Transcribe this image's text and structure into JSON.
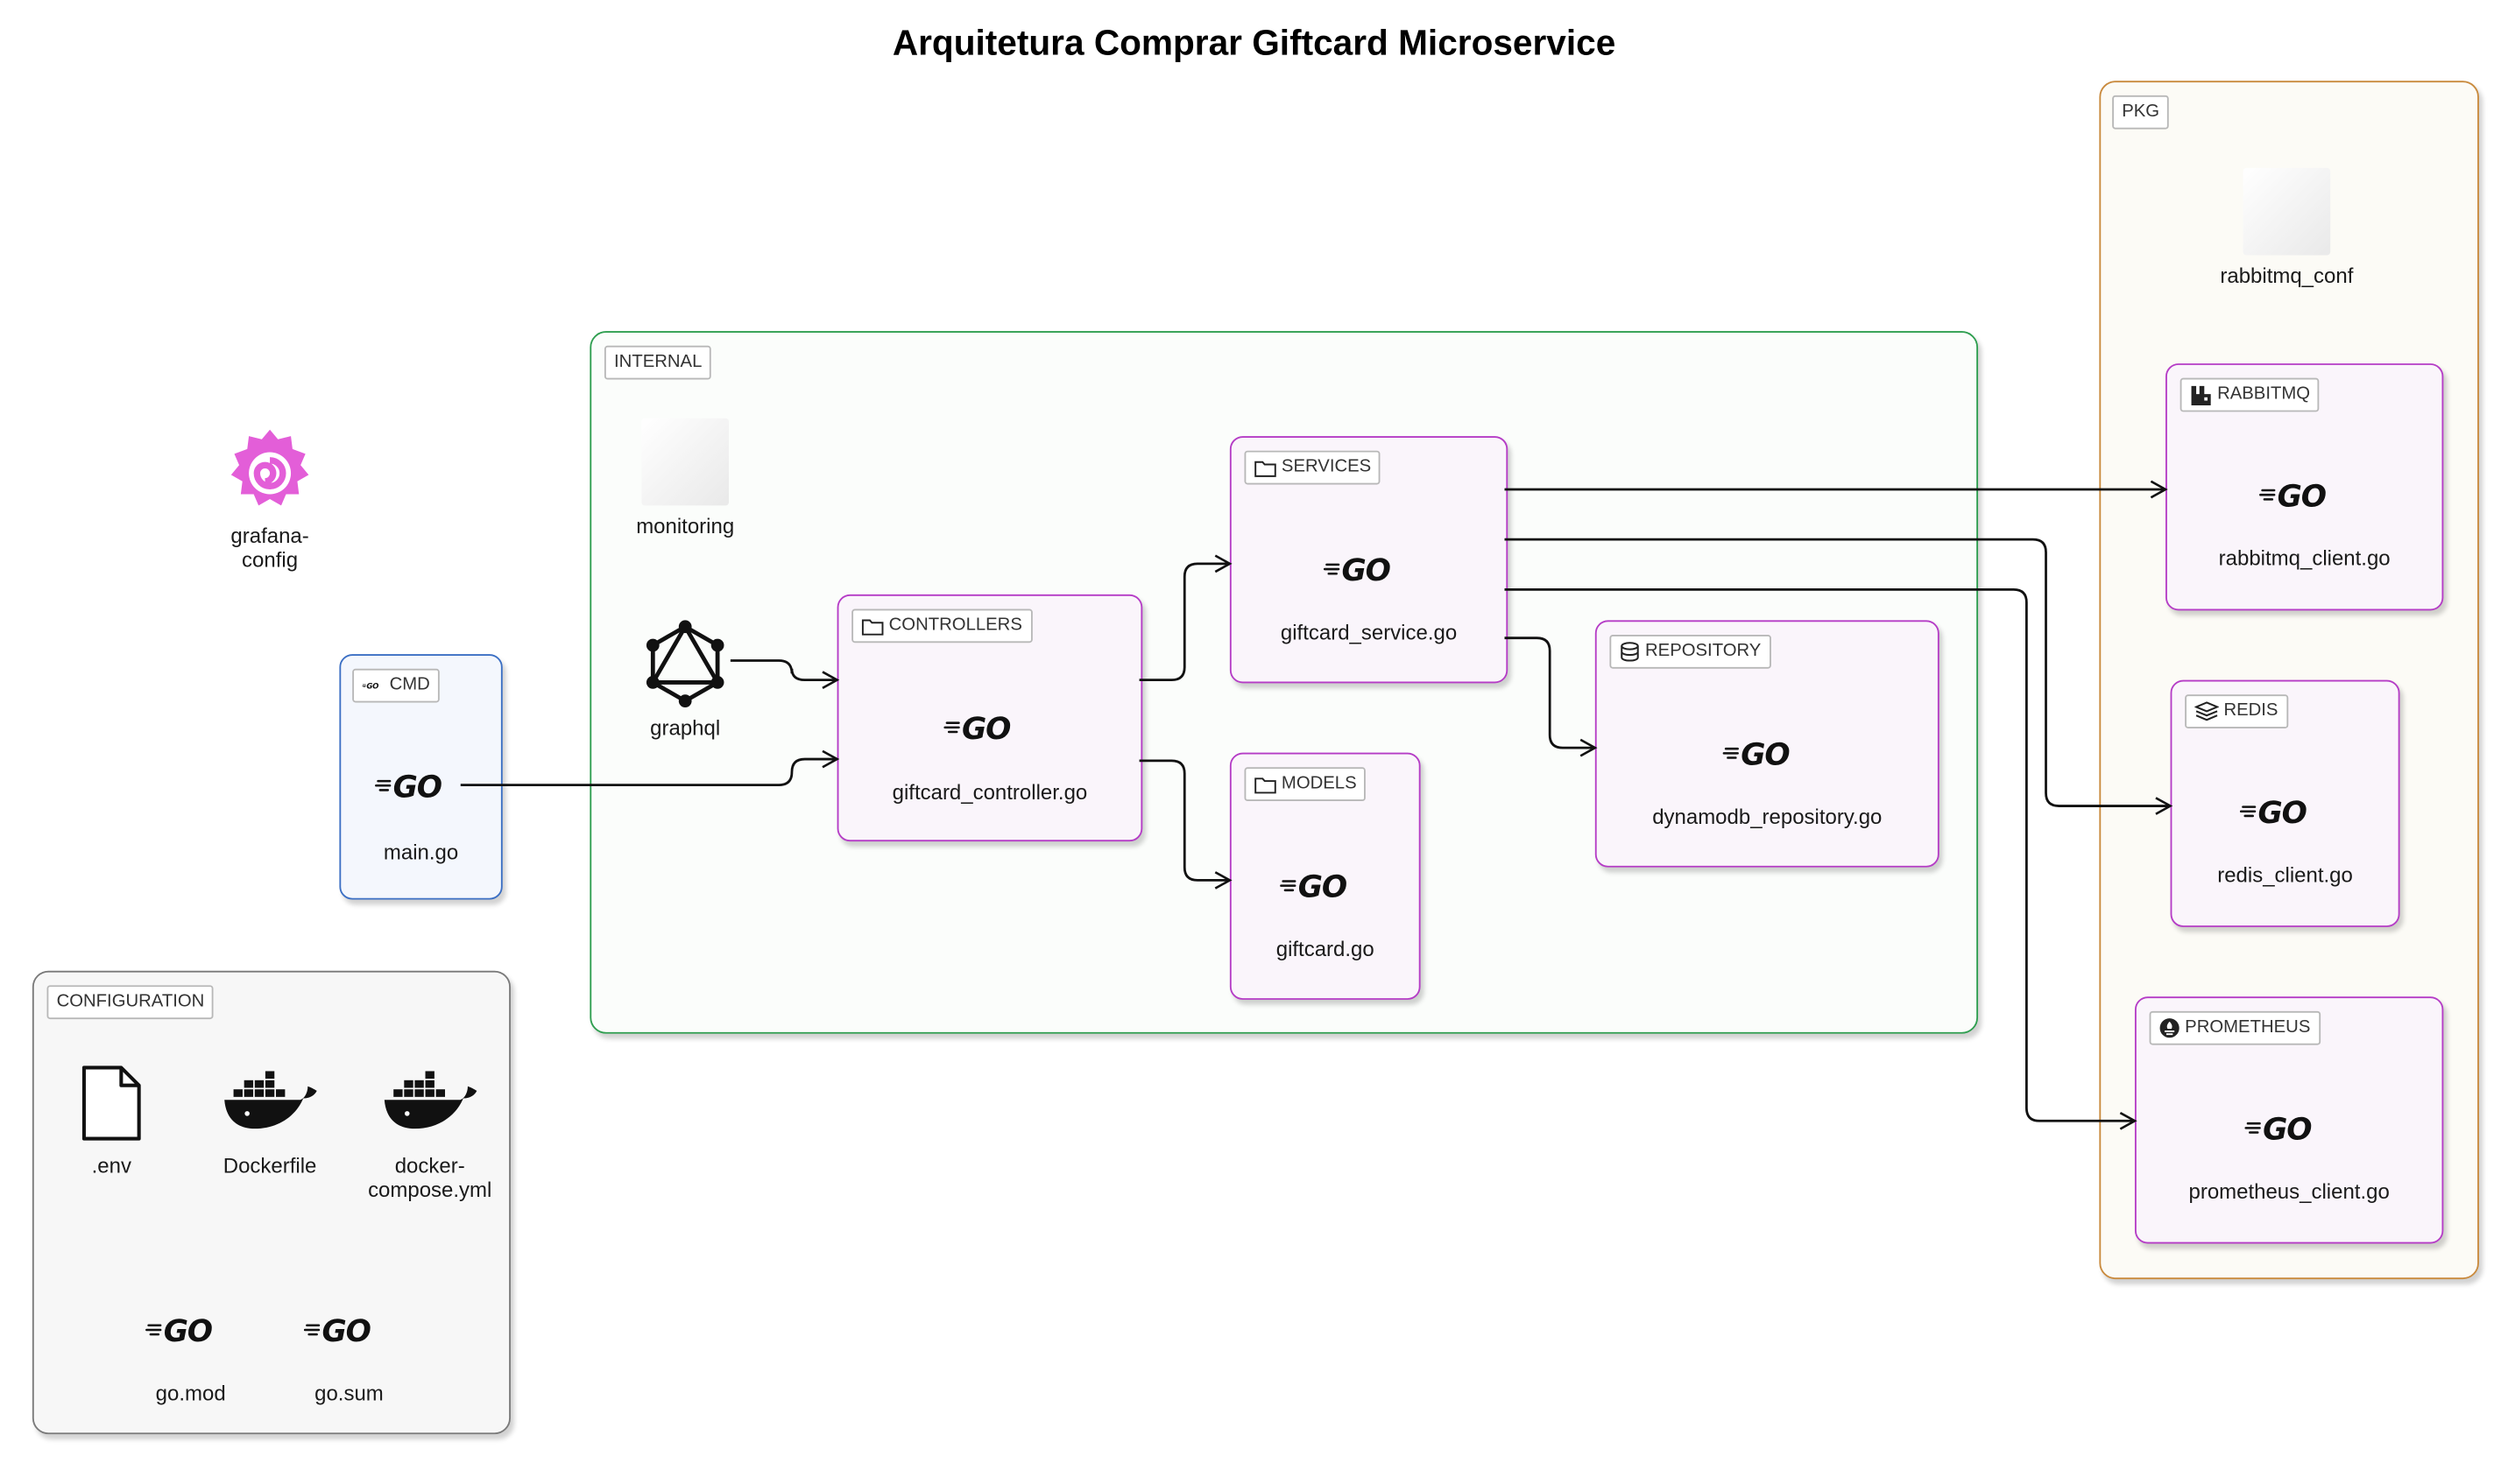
{
  "title": "Arquitetura Comprar Giftcard Microservice",
  "colors": {
    "internal_border": "#2e9e4f",
    "pkg_border": "#c98a3d",
    "config_border": "#7a7a7a",
    "module_border": "#b53cc6",
    "cmd_border": "#3b6fc4",
    "grafana": "#e35ed8"
  },
  "groups": {
    "internal": {
      "tag": "INTERNAL"
    },
    "pkg": {
      "tag": "PKG"
    },
    "configuration": {
      "tag": "CONFIGURATION"
    }
  },
  "standalone": {
    "grafana": {
      "label": "grafana-config",
      "icon": "grafana-icon"
    },
    "monitoring": {
      "label": "monitoring",
      "icon": "image-placeholder"
    },
    "graphql": {
      "label": "graphql",
      "icon": "graphql-icon"
    },
    "rabbitmq_conf": {
      "label": "rabbitmq_conf",
      "icon": "image-placeholder"
    }
  },
  "modules": {
    "cmd": {
      "tag": "CMD",
      "file": "main.go",
      "tag_icon": "go-small-icon"
    },
    "controllers": {
      "tag": "CONTROLLERS",
      "file": "giftcard_controller.go",
      "tag_icon": "folder-icon"
    },
    "services": {
      "tag": "SERVICES",
      "file": "giftcard_service.go",
      "tag_icon": "folder-icon"
    },
    "models": {
      "tag": "MODELS",
      "file": "giftcard.go",
      "tag_icon": "folder-icon"
    },
    "repository": {
      "tag": "REPOSITORY",
      "file": "dynamodb_repository.go",
      "tag_icon": "database-icon"
    },
    "rabbitmq": {
      "tag": "RABBITMQ",
      "file": "rabbitmq_client.go",
      "tag_icon": "rabbitmq-icon"
    },
    "redis": {
      "tag": "REDIS",
      "file": "redis_client.go",
      "tag_icon": "redis-icon"
    },
    "prometheus": {
      "tag": "PROMETHEUS",
      "file": "prometheus_client.go",
      "tag_icon": "prometheus-icon"
    }
  },
  "configuration_files": [
    {
      "label": ".env",
      "icon": "file-icon"
    },
    {
      "label": "Dockerfile",
      "icon": "docker-icon"
    },
    {
      "label": "docker-compose.yml",
      "icon": "docker-icon"
    },
    {
      "label": "go.mod",
      "icon": "go-logo-icon"
    },
    {
      "label": "go.sum",
      "icon": "go-logo-icon"
    }
  ],
  "connections": [
    {
      "from": "graphql",
      "to": "controllers"
    },
    {
      "from": "cmd",
      "to": "controllers"
    },
    {
      "from": "controllers",
      "to": "services"
    },
    {
      "from": "controllers",
      "to": "models"
    },
    {
      "from": "services",
      "to": "repository"
    },
    {
      "from": "services",
      "to": "rabbitmq"
    },
    {
      "from": "services",
      "to": "redis"
    },
    {
      "from": "services",
      "to": "prometheus"
    }
  ]
}
